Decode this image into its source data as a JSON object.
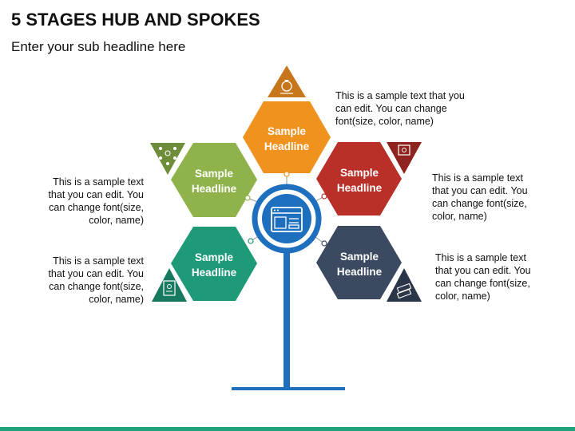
{
  "header": {
    "title": "5 STAGES HUB AND SPOKES",
    "subtitle": "Enter your sub headline here"
  },
  "stages": [
    {
      "line1": "Sample",
      "line2": "Headline",
      "color": "#f0921e",
      "icon": "money-bag-icon"
    },
    {
      "line1": "Sample",
      "line2": "Headline",
      "color": "#b93029",
      "icon": "map-icon"
    },
    {
      "line1": "Sample",
      "line2": "Headline",
      "color": "#3b4a60",
      "icon": "money-stack-icon"
    },
    {
      "line1": "Sample",
      "line2": "Headline",
      "color": "#1e9a79",
      "icon": "clipboard-person-icon"
    },
    {
      "line1": "Sample",
      "line2": "Headline",
      "color": "#8fb34a",
      "icon": "network-icon"
    }
  ],
  "descriptions": [
    {
      "lines": [
        "This is a sample text that you",
        "can edit. You can change",
        "font(size, color, name)"
      ]
    },
    {
      "lines": [
        "This is a sample text",
        "that you can edit. You",
        "can change font(size,",
        "color, name)"
      ]
    },
    {
      "lines": [
        "This is a sample text",
        "that you can edit. You",
        "can change font(size,",
        "color, name)"
      ]
    },
    {
      "lines": [
        "This is a sample text",
        "that you can edit. You",
        "can change font(size,",
        "color, name)"
      ]
    },
    {
      "lines": [
        "This is a sample text",
        "that you can edit. You",
        "can change font(size,",
        "color, name)"
      ]
    }
  ],
  "hub": {
    "icon": "browser-window-icon",
    "color": "#1f6fbf"
  },
  "colors": {
    "accent_bar": "#20a37c",
    "stem": "#1f6fbf"
  }
}
